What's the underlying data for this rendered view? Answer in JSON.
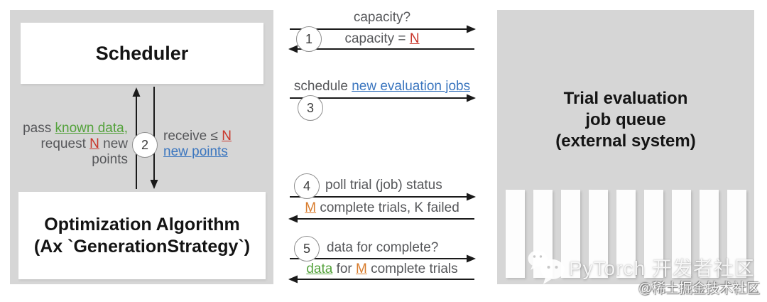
{
  "colors": {
    "panel": "#d6d6d6",
    "gray": "#56575a",
    "green": "#54a23c",
    "red": "#c9362b",
    "orange": "#d87c2d",
    "blue": "#3b76bf",
    "black": "#141414"
  },
  "left_panel": {
    "scheduler_label": "Scheduler",
    "optimization_lines": [
      "Optimization Algorithm",
      "(Ax `GenerationStrategy`)"
    ],
    "step2": {
      "number": "2",
      "left_lines": [
        [
          {
            "t": "pass "
          },
          {
            "t": "known data",
            "c": "green",
            "u": true
          },
          {
            "t": ",",
            "c": "green"
          }
        ],
        [
          {
            "t": "request "
          },
          {
            "t": "N",
            "c": "red",
            "u": true
          },
          {
            "t": " new"
          }
        ],
        [
          {
            "t": "points"
          }
        ]
      ],
      "right_lines": [
        [
          {
            "t": "receive ≤ "
          },
          {
            "t": "N",
            "c": "red",
            "u": true
          }
        ],
        [
          {
            "t": "new points",
            "c": "blue",
            "u": true
          }
        ]
      ]
    }
  },
  "middle": {
    "step1": {
      "number": "1",
      "request": [
        {
          "t": "capacity?"
        }
      ],
      "response": [
        {
          "t": "capacity = "
        },
        {
          "t": "N",
          "c": "red",
          "u": true
        }
      ]
    },
    "step3": {
      "number": "3",
      "request": [
        {
          "t": "schedule "
        },
        {
          "t": "new evaluation jobs",
          "c": "blue",
          "u": true
        }
      ]
    },
    "step4": {
      "number": "4",
      "request": [
        {
          "t": "poll trial (job) status"
        }
      ],
      "response": [
        {
          "t": "M",
          "c": "orange",
          "u": true
        },
        {
          "t": " complete trials, K failed"
        }
      ]
    },
    "step5": {
      "number": "5",
      "request": [
        {
          "t": "data for complete?"
        }
      ],
      "response": [
        {
          "t": "data",
          "c": "green",
          "u": true
        },
        {
          "t": " for "
        },
        {
          "t": "M",
          "c": "orange",
          "u": true
        },
        {
          "t": " complete trials"
        }
      ]
    }
  },
  "right_panel": {
    "title_lines": [
      "Trial evaluation",
      "job queue",
      "(external system)"
    ],
    "queue_bar_count": 9
  },
  "watermark": {
    "icon": "wechat-icon",
    "brand": "PyTorch 开发者社区",
    "credit": "@稀土掘金技术社区"
  }
}
